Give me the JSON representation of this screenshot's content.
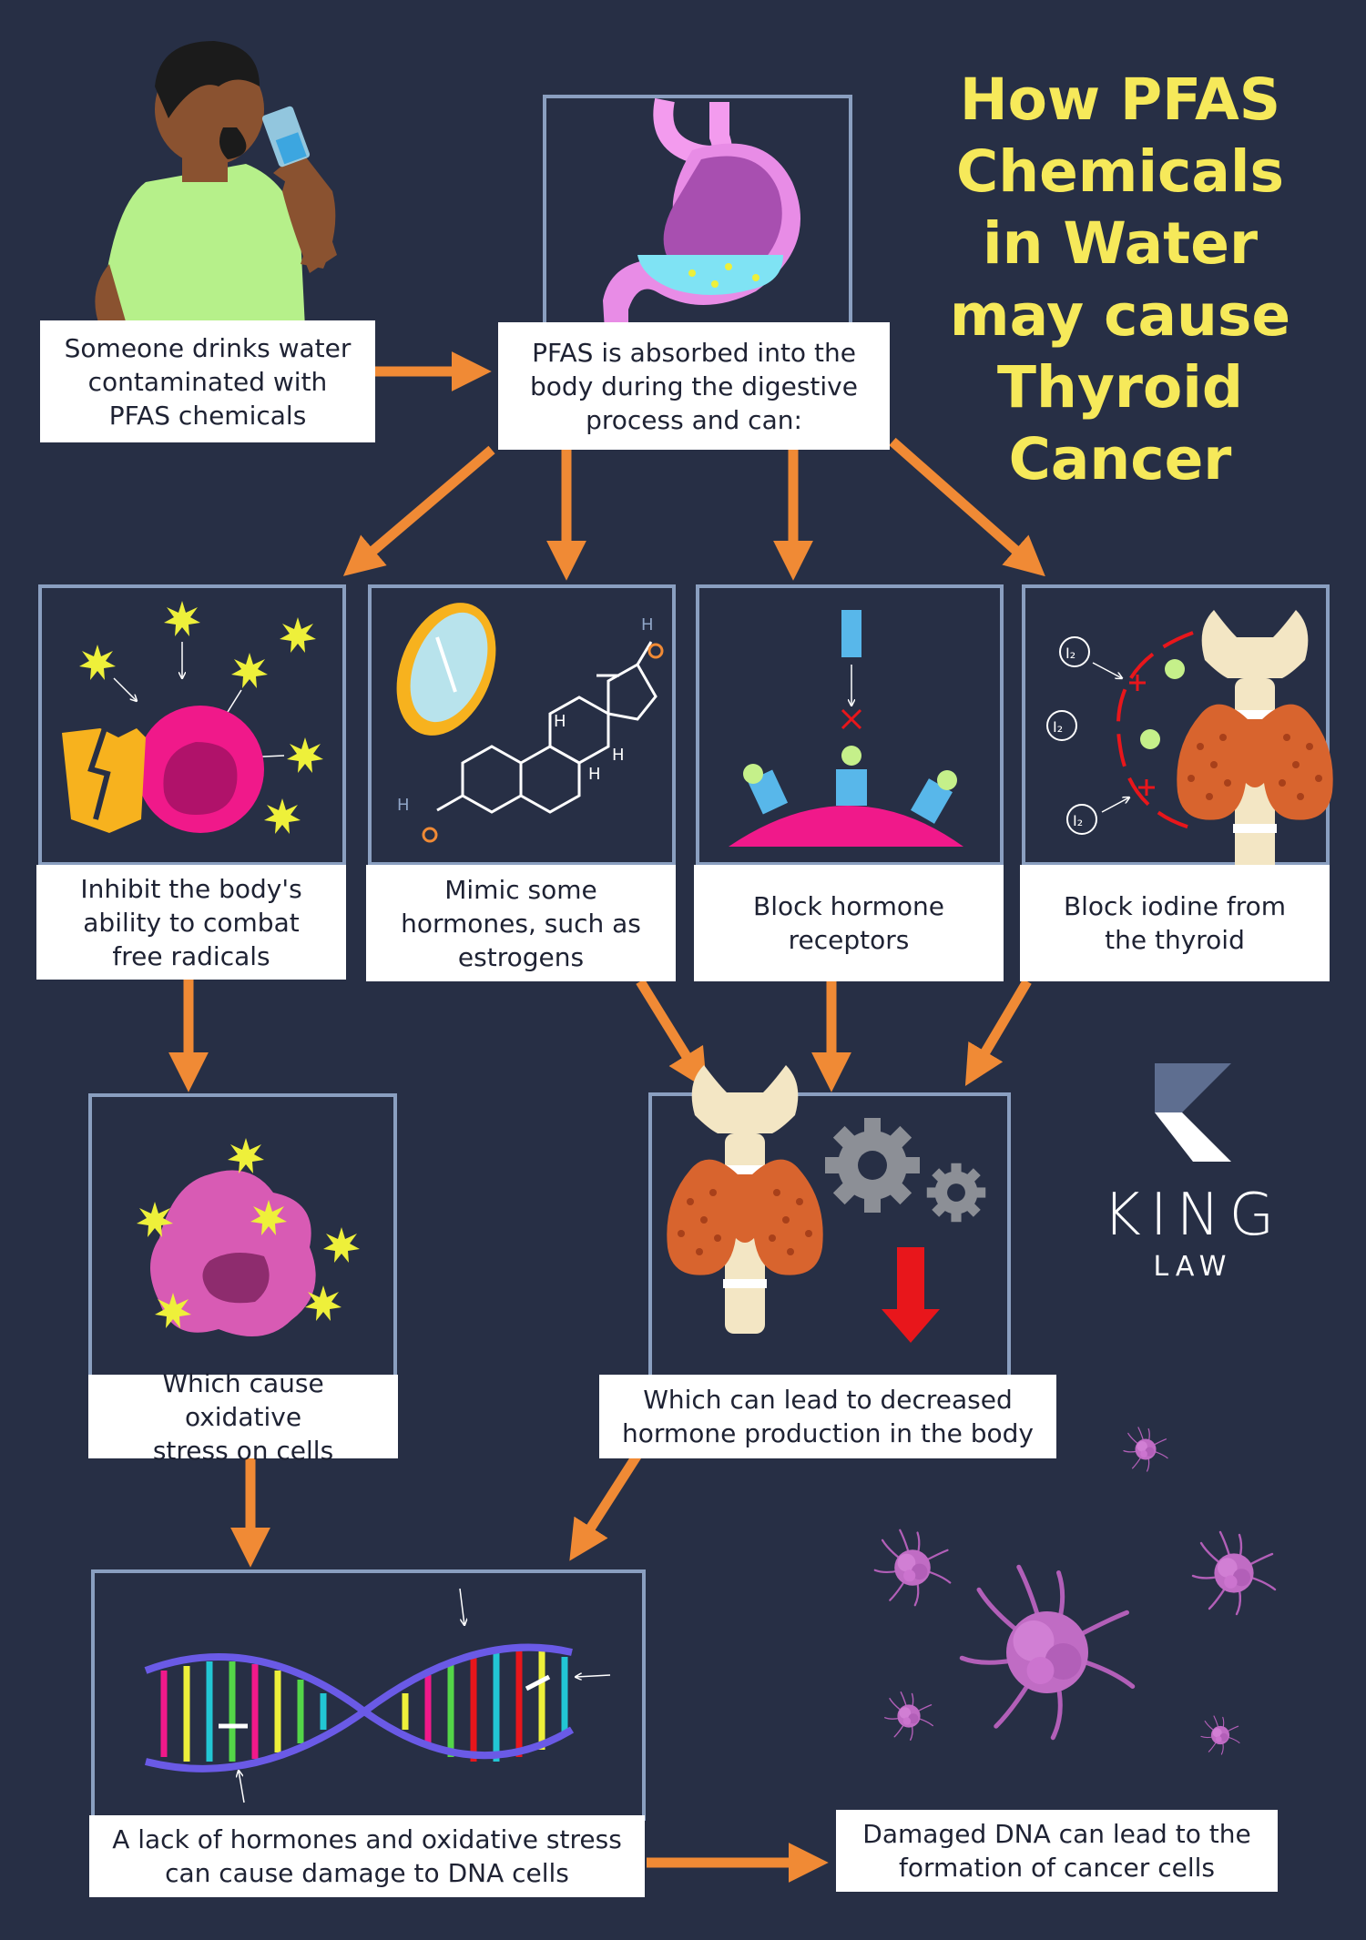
{
  "title": "How PFAS\nChemicals\nin Water\nmay cause\nThyroid\nCancer",
  "brand": {
    "name": "KING",
    "sub": "LAW"
  },
  "steps": {
    "drink": "Someone drinks water\ncontaminated with\nPFAS chemicals",
    "absorb": "PFAS is absorbed into the\nbody during the digestive\nprocess and can:",
    "radicals": "Inhibit the body's\nability to combat\nfree radicals",
    "mimic": "Mimic some\nhormones, such as\nestrogens",
    "receptors": "Block hormone\nreceptors",
    "iodine": "Block iodine from\nthe thyroid",
    "oxidative": "Which cause oxidative\nstress on cells",
    "decreased": "Which can lead to decreased\nhormone production in the body",
    "dna_damage": "A lack of hormones and oxidative stress\ncan cause damage to DNA cells",
    "cancer": "Damaged DNA can lead to the\nformation of cancer cells"
  },
  "molecule_labels": {
    "hydrogen": "H",
    "oxygen": "O",
    "iodine": "I₂"
  },
  "colors": {
    "background": "#272f45",
    "frame": "#8a9fc0",
    "arrow": "#f08a35",
    "title": "#f6e95a",
    "cell_pink": "#f0198a",
    "cancer_cell": "#c06cc4",
    "thyroid": "#d8642e",
    "down_arrow": "#e8161b"
  },
  "icons": [
    "person-drinking-icon",
    "stomach-icon",
    "free-radical-cell-icon",
    "mirror-icon",
    "estrogen-molecule-icon",
    "hormone-receptor-icon",
    "iodine-thyroid-icon",
    "damaged-cell-icon",
    "thyroid-gears-icon",
    "dna-helix-icon",
    "cancer-cells-icon",
    "king-law-logo-icon"
  ]
}
